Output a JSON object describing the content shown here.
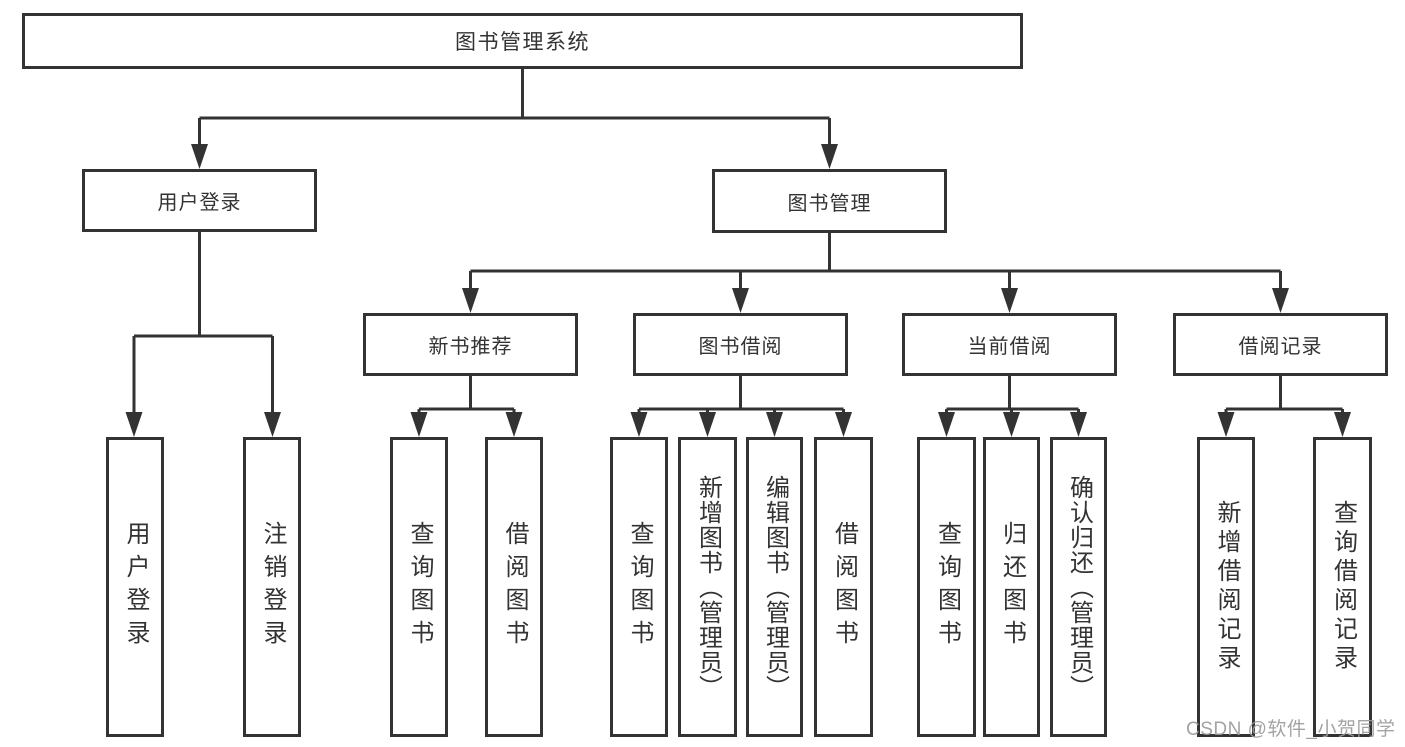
{
  "diagram": {
    "root": {
      "label": "图书管理系统"
    },
    "level2": [
      {
        "label": "用户登录"
      },
      {
        "label": "图书管理"
      }
    ],
    "level3": [
      {
        "label": "新书推荐"
      },
      {
        "label": "图书借阅"
      },
      {
        "label": "当前借阅"
      },
      {
        "label": "借阅记录"
      }
    ],
    "leaves": [
      {
        "label": "用户登录"
      },
      {
        "label": "注销登录"
      },
      {
        "label": "查询图书"
      },
      {
        "label": "借阅图书"
      },
      {
        "label": "查询图书"
      },
      {
        "label": "新增图书（管理员）"
      },
      {
        "label": "编辑图书（管理员）"
      },
      {
        "label": "借阅图书"
      },
      {
        "label": "查询图书"
      },
      {
        "label": "归还图书"
      },
      {
        "label": "确认归还（管理员）"
      },
      {
        "label": "新增借阅记录"
      },
      {
        "label": "查询借阅记录"
      }
    ]
  },
  "watermark": {
    "text": "CSDN @软件_小贺同学"
  },
  "colors": {
    "line": "#333333",
    "text": "#333333",
    "watermark": "#9c9c9c",
    "background": "#ffffff"
  }
}
